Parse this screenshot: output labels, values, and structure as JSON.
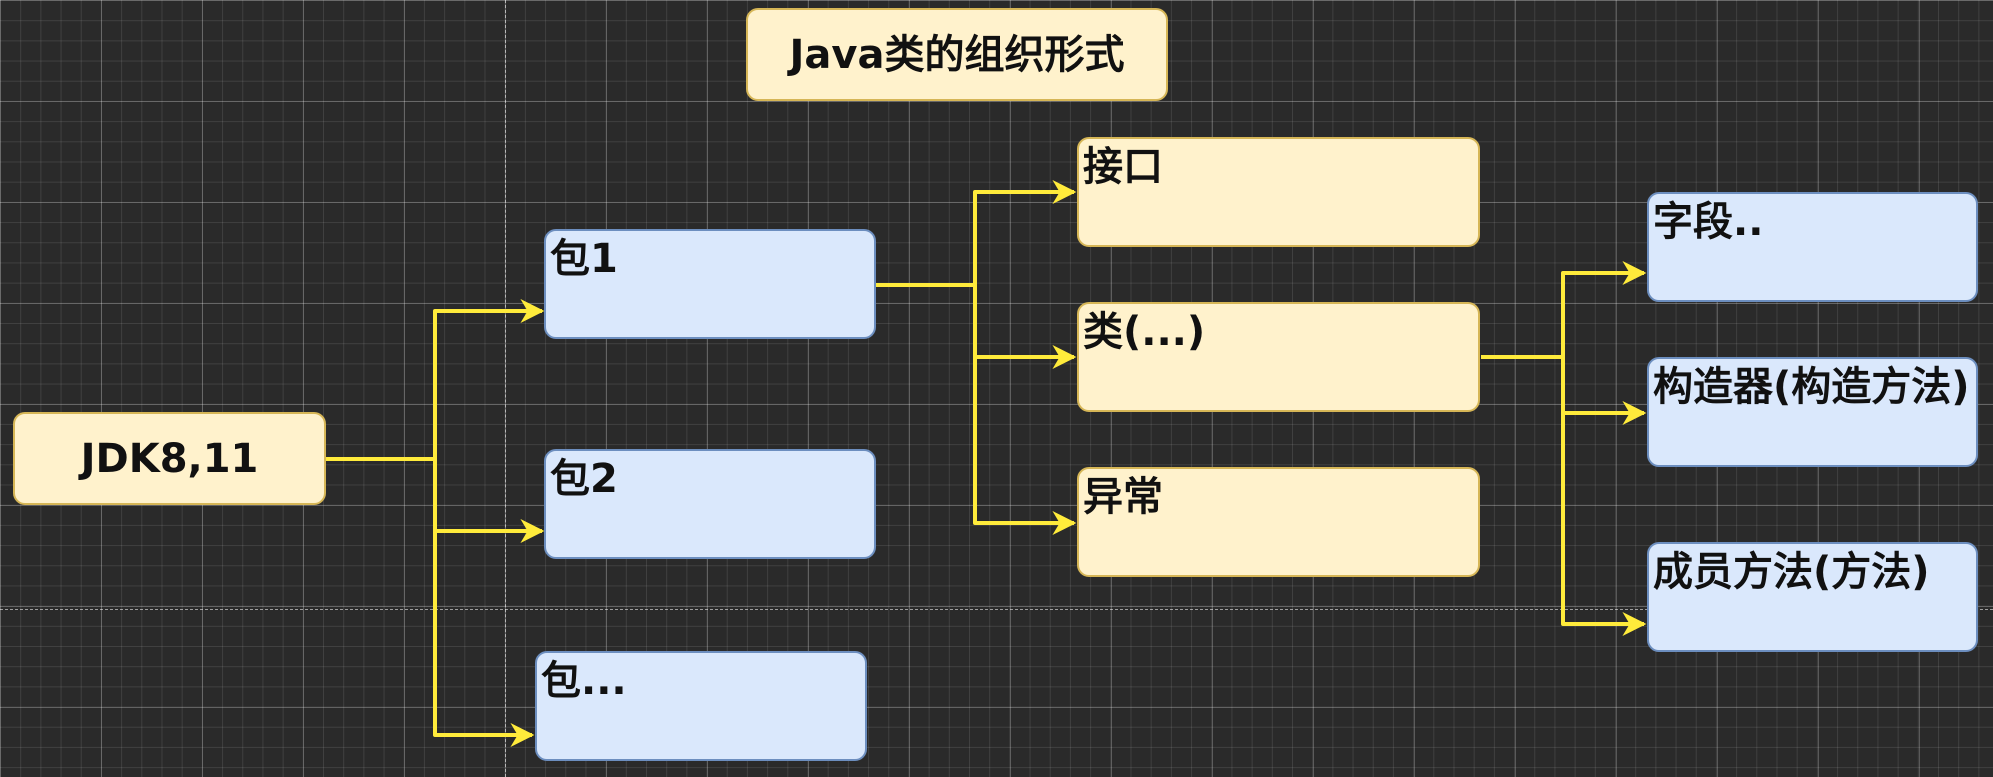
{
  "title": "Java类的组织形式",
  "root": {
    "label": "JDK8,11"
  },
  "packages": [
    {
      "label": "包1"
    },
    {
      "label": "包2"
    },
    {
      "label": "包..."
    }
  ],
  "package_members": [
    {
      "label": "接口"
    },
    {
      "label": "类(...)"
    },
    {
      "label": "异常"
    }
  ],
  "class_members": [
    {
      "label": "字段.."
    },
    {
      "label": "构造器(构造方法)"
    },
    {
      "label": "成员方法(方法)"
    }
  ],
  "colors": {
    "connector": "#ffeb3b",
    "yellow_fill": "#fff2cc",
    "yellow_border": "#d6b656",
    "blue_fill": "#dae8fc",
    "blue_border": "#6c8ebf",
    "background": "#2a2a2a"
  }
}
